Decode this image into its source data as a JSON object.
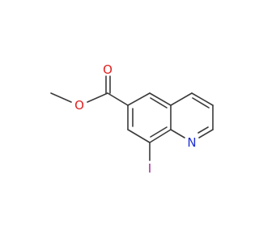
{
  "molecule": {
    "atoms": {
      "nitrogen": {
        "text": "N",
        "color": "#1f2fd6"
      },
      "iodine": {
        "text": "I",
        "color": "#9b2d9b"
      },
      "carbonyl_oxygen": {
        "text": "O",
        "color": "#e02020"
      },
      "ester_oxygen": {
        "text": "O",
        "color": "#e02020"
      }
    },
    "bond_color": "#3a3a3a"
  }
}
